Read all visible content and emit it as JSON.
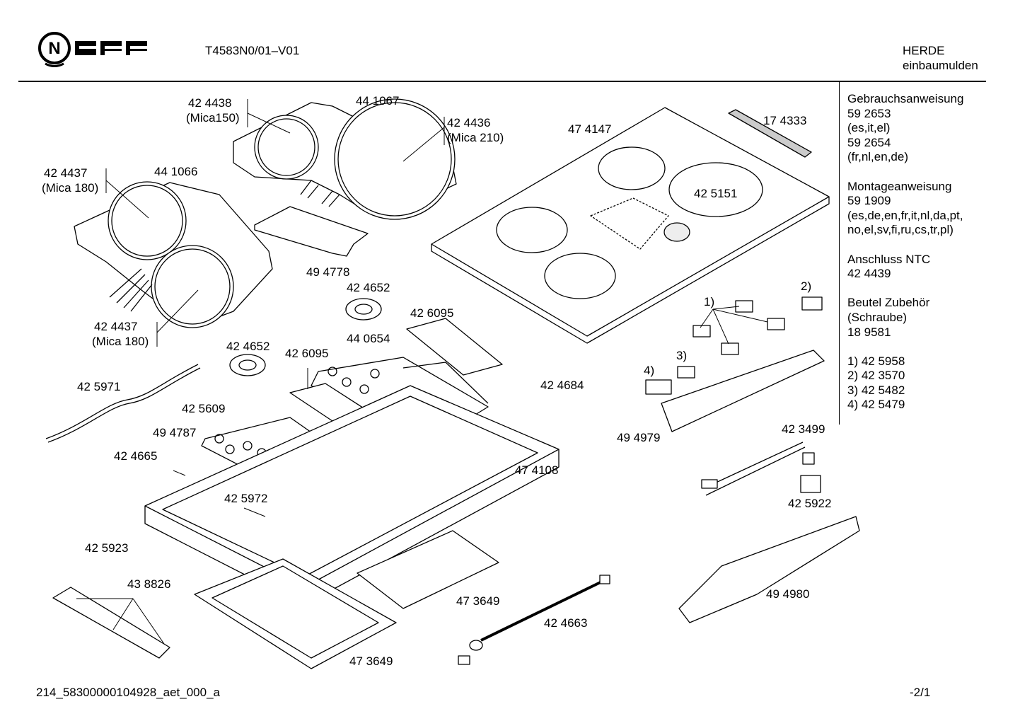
{
  "header": {
    "brand": "NEFF",
    "model": "T4583N0/01–V01",
    "category_line1": "HERDE",
    "category_line2": "einbaumulden"
  },
  "sidebar": {
    "lines": [
      "Gebrauchsanweisung",
      "59 2653",
      "(es,it,el)",
      "59 2654",
      "(fr,nl,en,de)",
      "",
      "Montageanweisung",
      "59 1909",
      "(es,de,en,fr,it,nl,da,pt,",
      "no,el,sv,fi,ru,cs,tr,pl)",
      "",
      "Anschluss NTC",
      "42 4439",
      "",
      "Beutel Zubehör",
      "(Schraube)",
      "18 9581",
      "",
      "1)  42 5958",
      "2)  42 3570",
      "3)  42 5482",
      "4)  42 5479"
    ]
  },
  "labels": {
    "p_424438": "42 4438",
    "p_mica150": "(Mica150)",
    "p_441067": "44 1067",
    "p_424436": "42 4436",
    "p_mica210": "(Mica 210)",
    "p_474147": "47 4147",
    "p_174333": "17 4333",
    "p_424437a": "42 4437",
    "p_mica180a": "(Mica 180)",
    "p_441066": "44 1066",
    "p_425151": "42 5151",
    "p_494778": "49 4778",
    "p_424652a": "42 4652",
    "p_426095a": "42 6095",
    "p_424437b": "42 4437",
    "p_mica180b": "(Mica 180)",
    "p_440654": "44 0654",
    "p_2": "2)",
    "p_1": "1)",
    "p_424652b": "42 4652",
    "p_426095b": "42 6095",
    "p_3": "3)",
    "p_4": "4)",
    "p_425971": "42 5971",
    "p_424684": "42 4684",
    "p_425609": "42 5609",
    "p_494787": "49 4787",
    "p_494979": "49 4979",
    "p_423499": "42 3499",
    "p_424665": "42 4665",
    "p_474108": "47 4108",
    "p_425972": "42 5972",
    "p_425922": "42 5922",
    "p_425923": "42 5923",
    "p_438826": "43 8826",
    "p_473649a": "47 3649",
    "p_494980": "49 4980",
    "p_424663": "42 4663",
    "p_473649b": "47 3649"
  },
  "footer": {
    "doc_id": "214_58300000104928_aet_000_a",
    "page": "-2/1"
  }
}
